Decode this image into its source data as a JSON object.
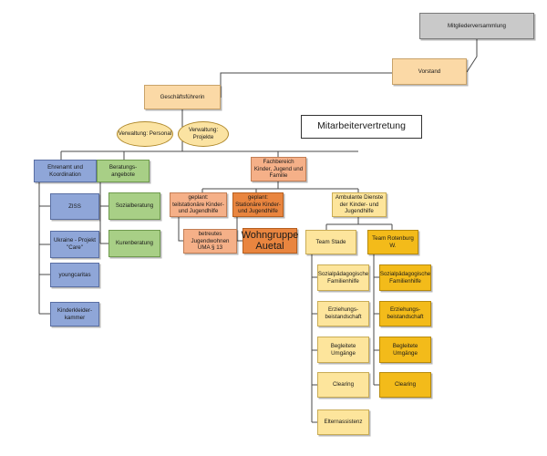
{
  "nodes": {
    "mitgliederversammlung": "Mitgliederversammlung",
    "vorstand": "Vorstand",
    "geschaeftsfuehrerin": "Geschäftsführerin",
    "verwaltung_personal": "Verwaltung: Personal",
    "verwaltung_projekte": "Verwaltung: Projekte",
    "mitarbeitervertretung": "Mitarbeitervertretung",
    "ehrenamt": "Ehrenamt und Koordination",
    "ziss": "ZISS",
    "ukraine": "Ukraine - Projekt \"Care\"",
    "youngcaritas": "youngcaritas",
    "kinderkleiderkammer": "Kinderkleider-kammer",
    "beratungsangebote": "Beratungs- angebote",
    "sozialberatung": "Sozialberatung",
    "kurenberatung": "Kurenberatung",
    "fachbereich": "Fachbereich Kinder, Jugend und Familie",
    "teilstationaer": "geplant: teilstationäre Kinder- und Jugendhilfe",
    "uma": "betreutes Jugendwohnen UMA § 13",
    "stationaer": "geplant: Stationäre Kinder- und Jugendhilfe",
    "wohngruppe": "Wohngruppe Auetal",
    "ambulante": "Ambulante Dienste der Kinder- und Jugendhilfe",
    "team_stade": "Team Stade",
    "team_rotenburg": "Team Rotenburg W.",
    "stade_spfh": "Sozialpädagogische Familienhilfe",
    "stade_eb": "Erziehungs-beistandschaft",
    "stade_bu": "Begleitete Umgänge",
    "stade_clearing": "Clearing",
    "stade_elternassistenz": "Elternassistenz",
    "rot_spfh": "Sozialpädagogische Familienhilfe",
    "rot_eb": "Erziehungs-beistandschaft",
    "rot_bu": "Begleitete Umgänge",
    "rot_clearing": "Clearing"
  },
  "colors": {
    "grey": "#c9c9c9",
    "peach": "#fbd9a6",
    "blue": "#8fa6d8",
    "green": "#a8cf86",
    "salmon": "#f5b088",
    "orange": "#e9853f",
    "gold": "#f3bb1a",
    "light_gold": "#fde59c",
    "connector": "#4a4a4a"
  }
}
